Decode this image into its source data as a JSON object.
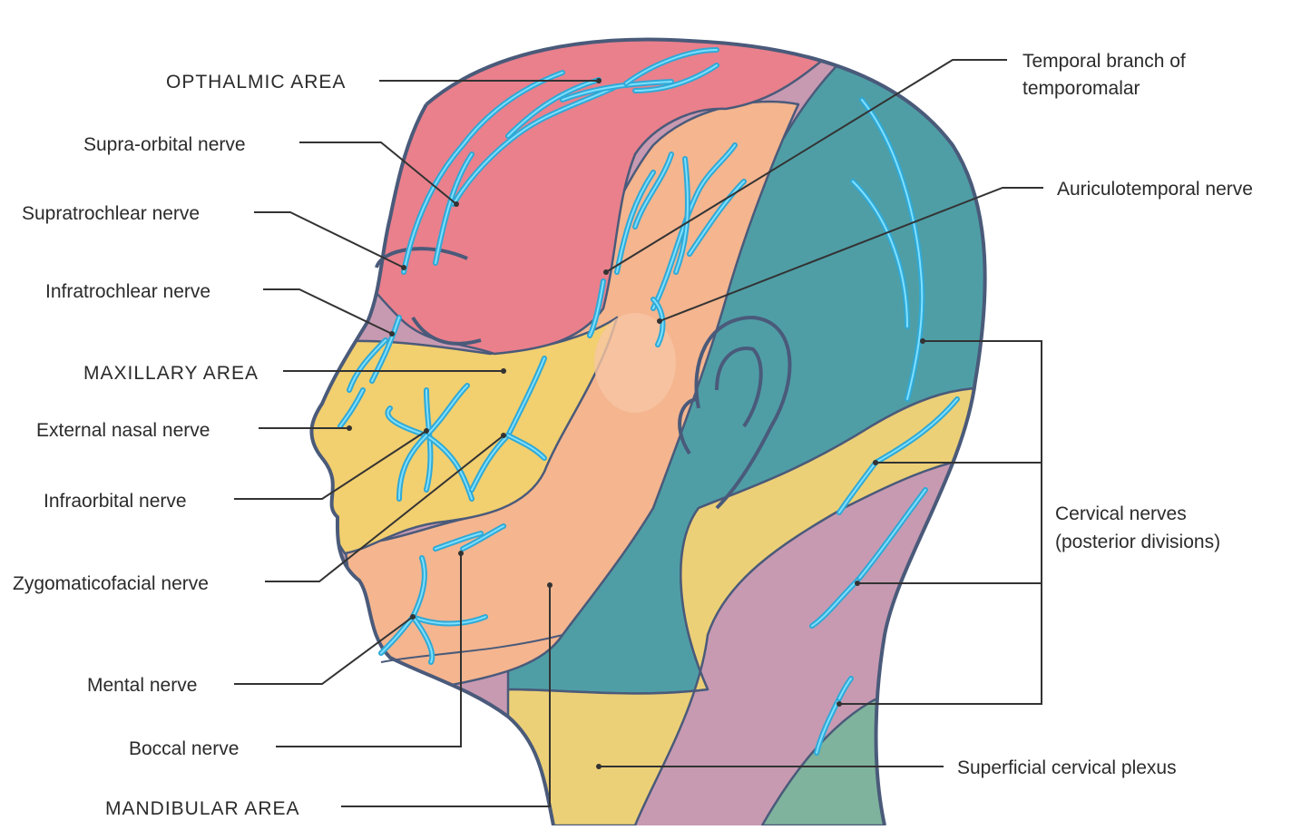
{
  "colors": {
    "ophthalmic_area": "#e9808c",
    "maxillary_area": "#f2cf6f",
    "mandibular_area": "#f4b58f",
    "teal_region": "#4f9ea6",
    "mauve_region": "#c79ab2",
    "neck_yellow": "#ecd077",
    "neck_green": "#7fb39d",
    "nerve_blue": "#2fa9d6",
    "outline": "#4a5a7a"
  },
  "labels": {
    "ophthalmic_area": "OPTHALMIC AREA",
    "supra_orbital": "Supra-orbital nerve",
    "supratrochlear": "Supratrochlear nerve",
    "infratrochlear": "Infratrochlear nerve",
    "maxillary_area": "MAXILLARY AREA",
    "external_nasal": "External nasal nerve",
    "infraorbital": "Infraorbital nerve",
    "zygomaticofacial": "Zygomaticofacial nerve",
    "mental": "Mental nerve",
    "boccal": "Boccal nerve",
    "mandibular_area": "MANDIBULAR AREA",
    "temporal_branch_line1": "Temporal branch of",
    "temporal_branch_line2": "temporomalar",
    "auriculotemporal": "Auriculotemporal nerve",
    "cervical_line1": "Cervical nerves",
    "cervical_line2": "(posterior divisions)",
    "superficial_cervical": "Superficial cervical plexus"
  }
}
